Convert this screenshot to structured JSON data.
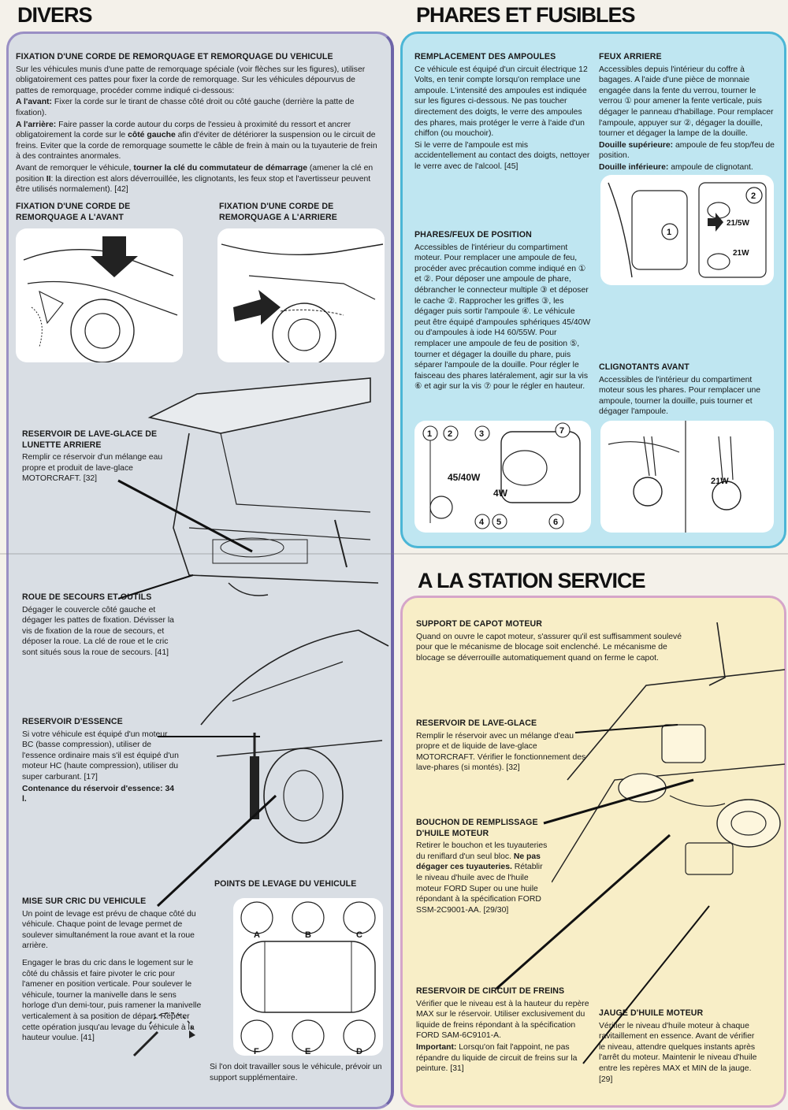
{
  "headings": {
    "divers": "DIVERS",
    "phares": "PHARES ET FUSIBLES",
    "station": "A LA STATION SERVICE"
  },
  "divers": {
    "remorquage": {
      "title": "FIXATION D'UNE CORDE DE REMORQUAGE ET REMORQUAGE DU VEHICULE",
      "p1": "Sur les véhicules munis d'une patte de remorquage spéciale (voir flèches sur les figures), utiliser obligatoirement ces pattes pour fixer la corde de remorquage. Sur les véhicules dépourvus de pattes de remorquage, procéder comme indiqué ci-dessous:",
      "avant_label": "A l'avant:",
      "avant_text": " Fixer la corde sur le tirant de chasse côté droit ou côté gauche (derrière la patte de fixation).",
      "arriere_label": "A l'arrière:",
      "arriere_text1": " Faire passer la corde autour du corps de l'essieu à proximité du ressort et ancrer obligatoirement la corde sur le ",
      "arriere_bold": "côté gauche",
      "arriere_text2": " afin d'éviter de détériorer la suspension ou le circuit de freins. Eviter que la corde de remorquage soumette le câble de frein à main ou la tuyauterie de frein à des contraintes anormales.",
      "p4_text1": "Avant de remorquer le véhicule, ",
      "p4_bold": "tourner la clé du commutateur de démarrage",
      "p4_text2": " (amener la clé en position ",
      "p4_bold2": "II",
      "p4_text3": ": la direction est alors déverrouillée, les clignotants, les feux stop et l'avertisseur peuvent être utilisés normalement). [42]"
    },
    "fig_avant_title": "FIXATION D'UNE CORDE DE REMORQUAGE A L'AVANT",
    "fig_arriere_title": "FIXATION D'UNE CORDE DE REMORQUAGE A L'ARRIERE",
    "lave_glace": {
      "title": "RESERVOIR DE LAVE-GLACE DE LUNETTE ARRIERE",
      "text": "Remplir ce réservoir d'un mélange eau propre et produit de lave-glace MOTORCRAFT. [32]"
    },
    "roue": {
      "title": "ROUE DE SECOURS ET OUTILS",
      "text": "Dégager le couvercle côté gauche et dégager les pattes de fixation. Dévisser la vis de fixation de la roue de secours, et déposer la roue. La clé de roue et le cric sont situés sous la roue de secours. [41]"
    },
    "essence": {
      "title": "RESERVOIR D'ESSENCE",
      "text": "Si votre véhicule est équipé d'un moteur BC (basse compression), utiliser de l'essence ordinaire mais s'il est équipé d'un moteur HC (haute compression), utiliser du super carburant. [17]",
      "contenance": "Contenance du réservoir d'essence: 34 l."
    },
    "cric": {
      "title": "MISE SUR CRIC DU VEHICULE",
      "p1": "Un point de levage est prévu de chaque côté du véhicule. Chaque point de levage permet de soulever simultanément la roue avant et la roue arrière.",
      "p2": "Engager le bras du cric dans le logement sur le côté du châssis et faire pivoter le cric pour l'amener en position verticale. Pour soulever le véhicule, tourner la manivelle dans le sens horloge d'un demi-tour, puis ramener la manivelle verticalement à sa position de départ. Répéter cette opération jusqu'au levage du véhicule à la hauteur voulue. [41]"
    },
    "levage": {
      "title": "POINTS DE LEVAGE DU VEHICULE",
      "note": "Si l'on doit travailler sous le véhicule, prévoir un support supplémentaire.",
      "labels": [
        "A",
        "B",
        "C",
        "D",
        "E",
        "F"
      ]
    }
  },
  "phares": {
    "ampoules": {
      "title": "REMPLACEMENT DES AMPOULES",
      "p1": "Ce véhicule est équipé d'un circuit électrique 12 Volts, en tenir compte lorsqu'on remplace une ampoule. L'intensité des ampoules est indiquée sur les figures ci-dessous. Ne pas toucher directement des doigts, le verre des ampoules des phares, mais protéger le verre à l'aide d'un chiffon (ou mouchoir).",
      "p2": "Si le verre de l'ampoule est mis accidentellement au contact des doigts, nettoyer le verre avec de l'alcool. [45]"
    },
    "feux_arriere": {
      "title": "FEUX ARRIERE",
      "p1": "Accessibles depuis l'intérieur du coffre à bagages. A l'aide d'une pièce de monnaie engagée dans la fente du verrou, tourner le verrou ① pour amener la fente verticale, puis dégager le panneau d'habillage. Pour remplacer l'ampoule, appuyer sur ②, dégager la douille, tourner et dégager la lampe de la douille.",
      "sup_label": "Douille supérieure:",
      "sup_text": " ampoule de feu stop/feu de position.",
      "inf_label": "Douille inférieure:",
      "inf_text": " ampoule de clignotant."
    },
    "fig_feux_labels": {
      "n1": "1",
      "n2": "2",
      "w1": "21/5W",
      "w2": "21W"
    },
    "position": {
      "title": "PHARES/FEUX DE POSITION",
      "text": "Accessibles de l'intérieur du compartiment moteur. Pour remplacer une ampoule de feu, procéder avec précaution comme indiqué en ① et ②. Pour déposer une ampoule de phare, débrancher le connecteur multiple ③ et déposer le cache ②. Rapprocher les griffes ③, les dégager puis sortir l'ampoule ④. Le véhicule peut être équipé d'ampoules sphériques 45/40W ou d'ampoules à iode H4 60/55W. Pour remplacer une ampoule de feu de position ⑤, tourner et dégager la douille du phare, puis séparer l'ampoule de la douille. Pour régler le faisceau des phares latéralement, agir sur la vis ⑥ et agir sur la vis ⑦ pour le régler en hauteur."
    },
    "clignotants": {
      "title": "CLIGNOTANTS AVANT",
      "text": "Accessibles de l'intérieur du compartiment moteur sous les phares. Pour remplacer une ampoule, tourner la douille, puis tourner et dégager l'ampoule."
    },
    "fig_phare_labels": {
      "n1": "1",
      "n2": "2",
      "n3": "3",
      "n4": "4",
      "n5": "5",
      "n6": "6",
      "n7": "7",
      "w1": "45/40W",
      "w2": "4W"
    },
    "fig_clig_label": "21W"
  },
  "station": {
    "capot": {
      "title": "SUPPORT DE CAPOT MOTEUR",
      "text": "Quand on ouvre le capot moteur, s'assurer qu'il est suffisamment soulevé pour que le mécanisme de blocage soit enclenché. Le mécanisme de blocage se déverrouille automatiquement quand on ferme le capot."
    },
    "lave_glace": {
      "title": "RESERVOIR DE LAVE-GLACE",
      "text": "Remplir le réservoir avec un mélange d'eau propre et de liquide de lave-glace MOTORCRAFT. Vérifier le fonctionnement des lave-phares (si montés). [32]"
    },
    "bouchon": {
      "title": "BOUCHON DE REMPLISSAGE D'HUILE MOTEUR",
      "text1": "Retirer le bouchon et les tuyauteries du reniflard d'un seul bloc. ",
      "bold": "Ne pas dégager ces tuyauteries.",
      "text2": " Rétablir le niveau d'huile avec de l'huile moteur FORD Super ou une huile répondant à la spécification FORD SSM-2C9001-AA. [29/30]"
    },
    "freins": {
      "title": "RESERVOIR DE CIRCUIT DE FREINS",
      "text": "Vérifier que le niveau est à la hauteur du repère MAX sur le réservoir. Utiliser exclusivement du liquide de freins répondant à la spécification FORD SAM-6C9101-A.",
      "imp_label": "Important:",
      "imp_text": " Lorsqu'on fait l'appoint, ne pas répandre du liquide de circuit de freins sur la peinture. [31]"
    },
    "jauge": {
      "title": "JAUGE D'HUILE MOTEUR",
      "text": "Vérifier le niveau d'huile moteur à chaque ravitaillement en essence. Avant de vérifier le niveau, attendre quelques instants après l'arrêt du moteur. Maintenir le niveau d'huile entre les repères MAX et MIN de la jauge. [29]"
    }
  }
}
